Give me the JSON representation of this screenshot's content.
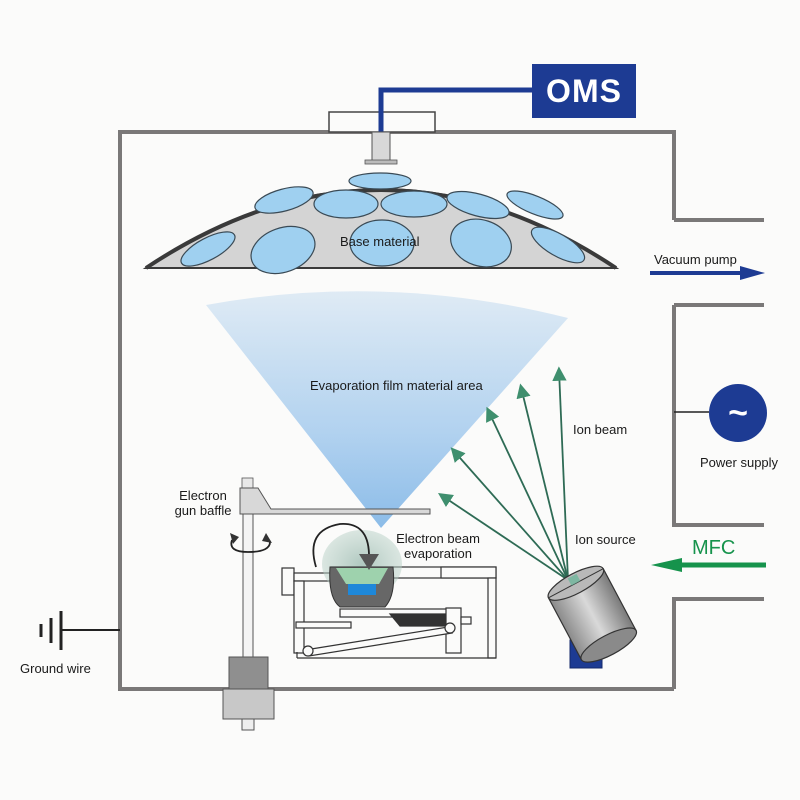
{
  "diagram": {
    "title": "Electron beam evaporation coating chamber with ion source",
    "colors": {
      "chamber_wall": "#7a7878",
      "oms_blue": "#1d3b93",
      "vacuum_arrow": "#1d3b93",
      "mfc_green": "#16934c",
      "ion_beam_green": "#2e6b55",
      "substrate_blue": "#9fd0f0",
      "vapor_cone_blue": "#8fbde6"
    },
    "components": {
      "oms": {
        "label": "OMS"
      },
      "dome": {
        "label": "Base material"
      },
      "vapor_cone": {
        "label": "Evaporation film material area"
      },
      "vacuum_pump": {
        "label": "Vacuum pump",
        "icon": "arrow-right"
      },
      "power_supply": {
        "label": "Power supply",
        "symbol": "~"
      },
      "ion_beam": {
        "label": "Ion beam"
      },
      "ion_source": {
        "label": "Ion source"
      },
      "mfc": {
        "label": "MFC",
        "icon": "arrow-left"
      },
      "electron_gun_baffle": {
        "label_line1": "Electron",
        "label_line2": "gun baffle"
      },
      "electron_beam": {
        "label_line1": "Electron beam",
        "label_line2": "evaporation"
      },
      "ground": {
        "label": "Ground wire"
      }
    }
  }
}
